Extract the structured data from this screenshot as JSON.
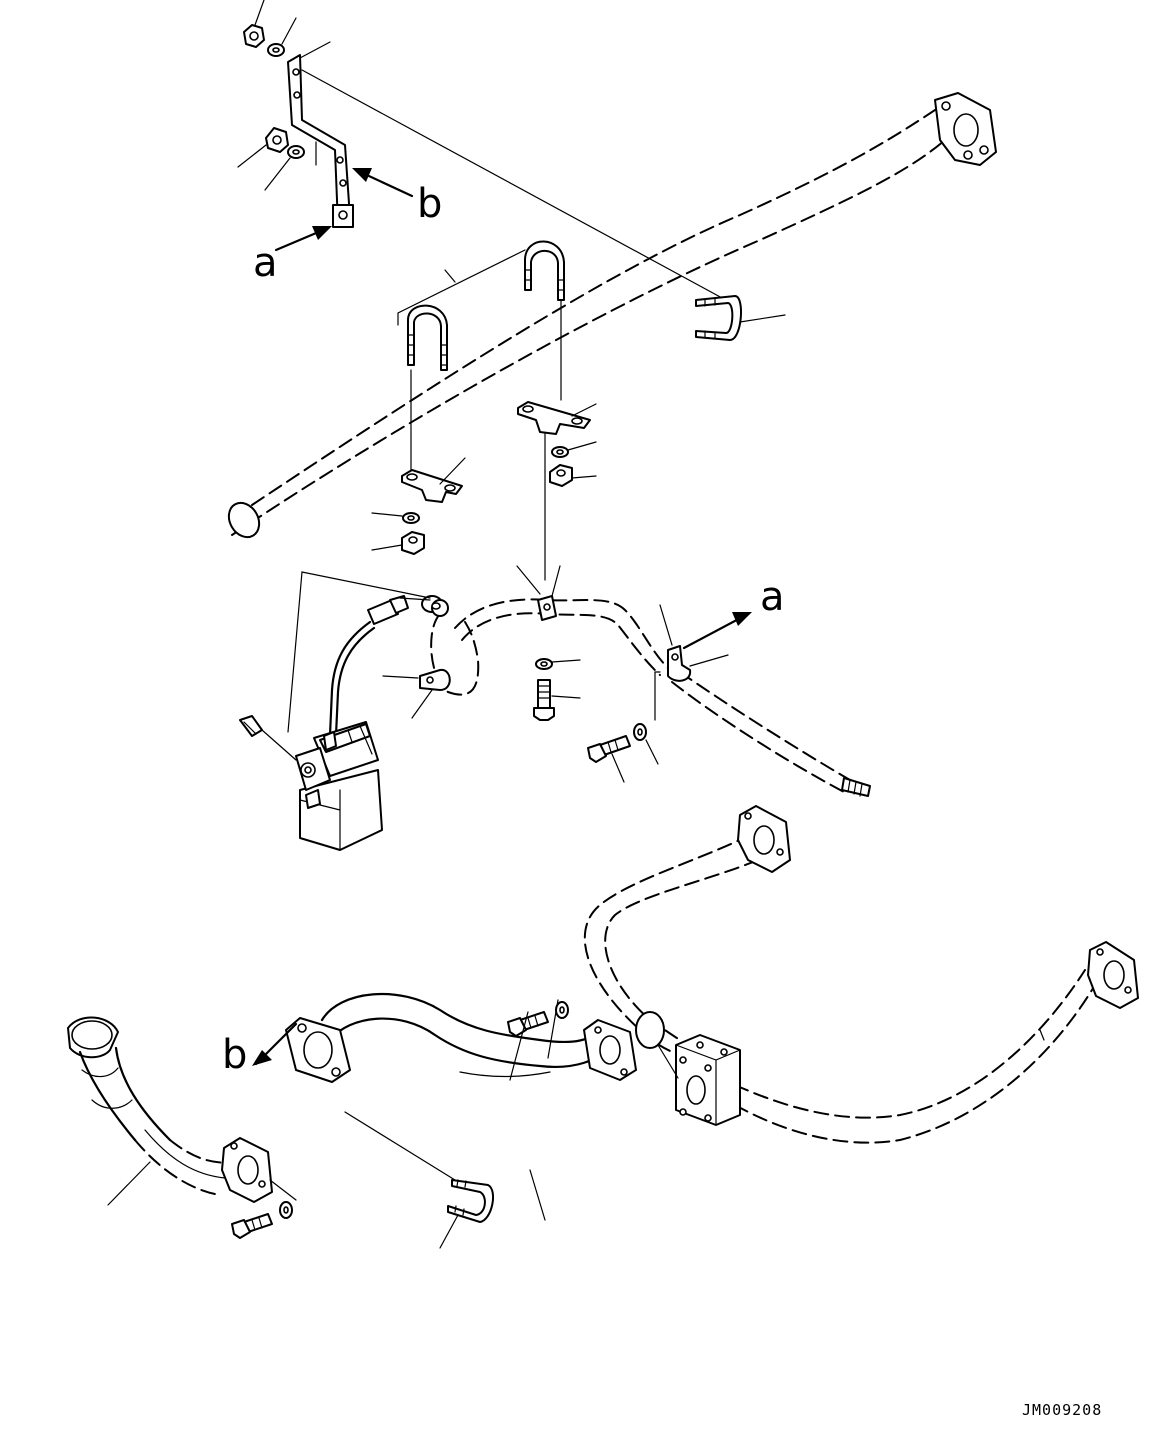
{
  "labels": {
    "a_upper": "a",
    "b_upper": "b",
    "a_right": "a",
    "b_lower": "b"
  },
  "drawing_code": "JM009208",
  "colors": {
    "line": "#000000",
    "background": "#ffffff"
  }
}
